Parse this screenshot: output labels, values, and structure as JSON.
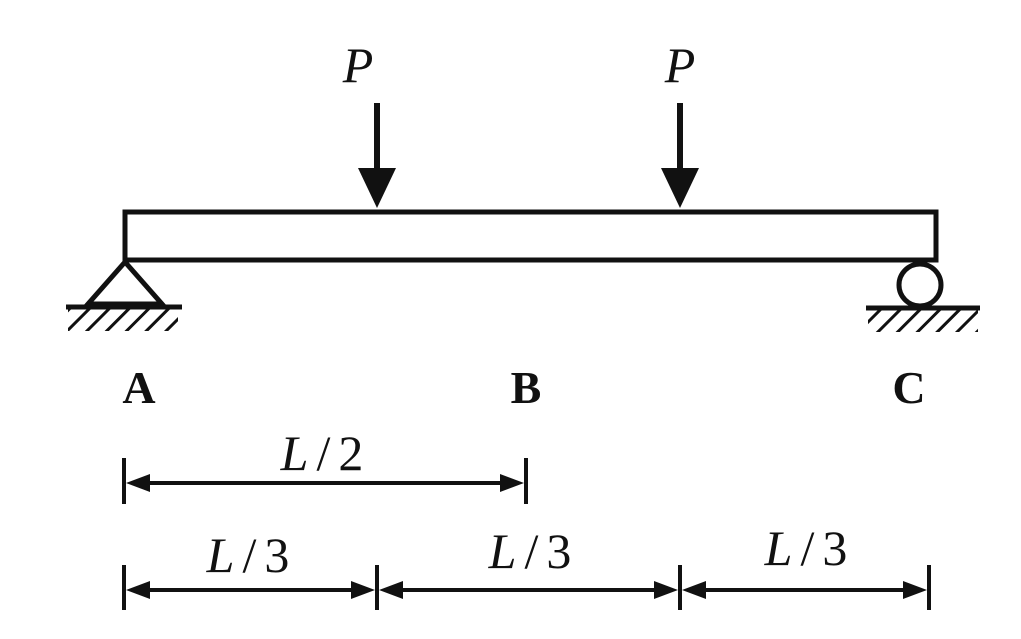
{
  "loads": [
    {
      "symbol": "P"
    },
    {
      "symbol": "P"
    }
  ],
  "points": {
    "a": "A",
    "b": "B",
    "c": "C"
  },
  "dimensions": {
    "half": {
      "numerator": "L",
      "slash": "/",
      "denominator": "2"
    },
    "thirds": [
      {
        "numerator": "L",
        "slash": "/",
        "denominator": "3"
      },
      {
        "numerator": "L",
        "slash": "/",
        "denominator": "3"
      },
      {
        "numerator": "L",
        "slash": "/",
        "denominator": "3"
      }
    ]
  },
  "colors": {
    "stroke": "#111111",
    "background": "#ffffff"
  }
}
